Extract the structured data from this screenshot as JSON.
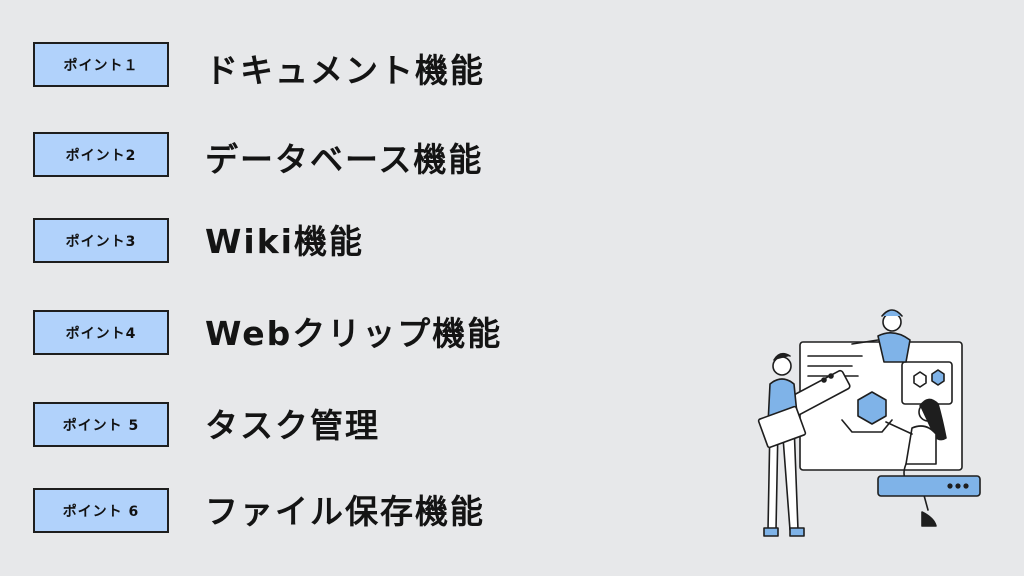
{
  "points": [
    {
      "badge": "ポイント１",
      "title": "ドキュメント機能"
    },
    {
      "badge": "ポイント2",
      "title": "データベース機能"
    },
    {
      "badge": "ポイント3",
      "title": "Wiki機能"
    },
    {
      "badge": "ポイント4",
      "title": "Webクリップ機能"
    },
    {
      "badge": "ポイント 5",
      "title": "タスク管理"
    },
    {
      "badge": "ポイント 6",
      "title": "ファイル保存機能"
    }
  ],
  "colors": {
    "background": "#e7e8ea",
    "badge_fill": "#b1d2fb",
    "accent_blue": "#7fb3e8",
    "ink": "#1e1e1e"
  },
  "illustration": {
    "icon": "team-collaboration-illustration"
  }
}
